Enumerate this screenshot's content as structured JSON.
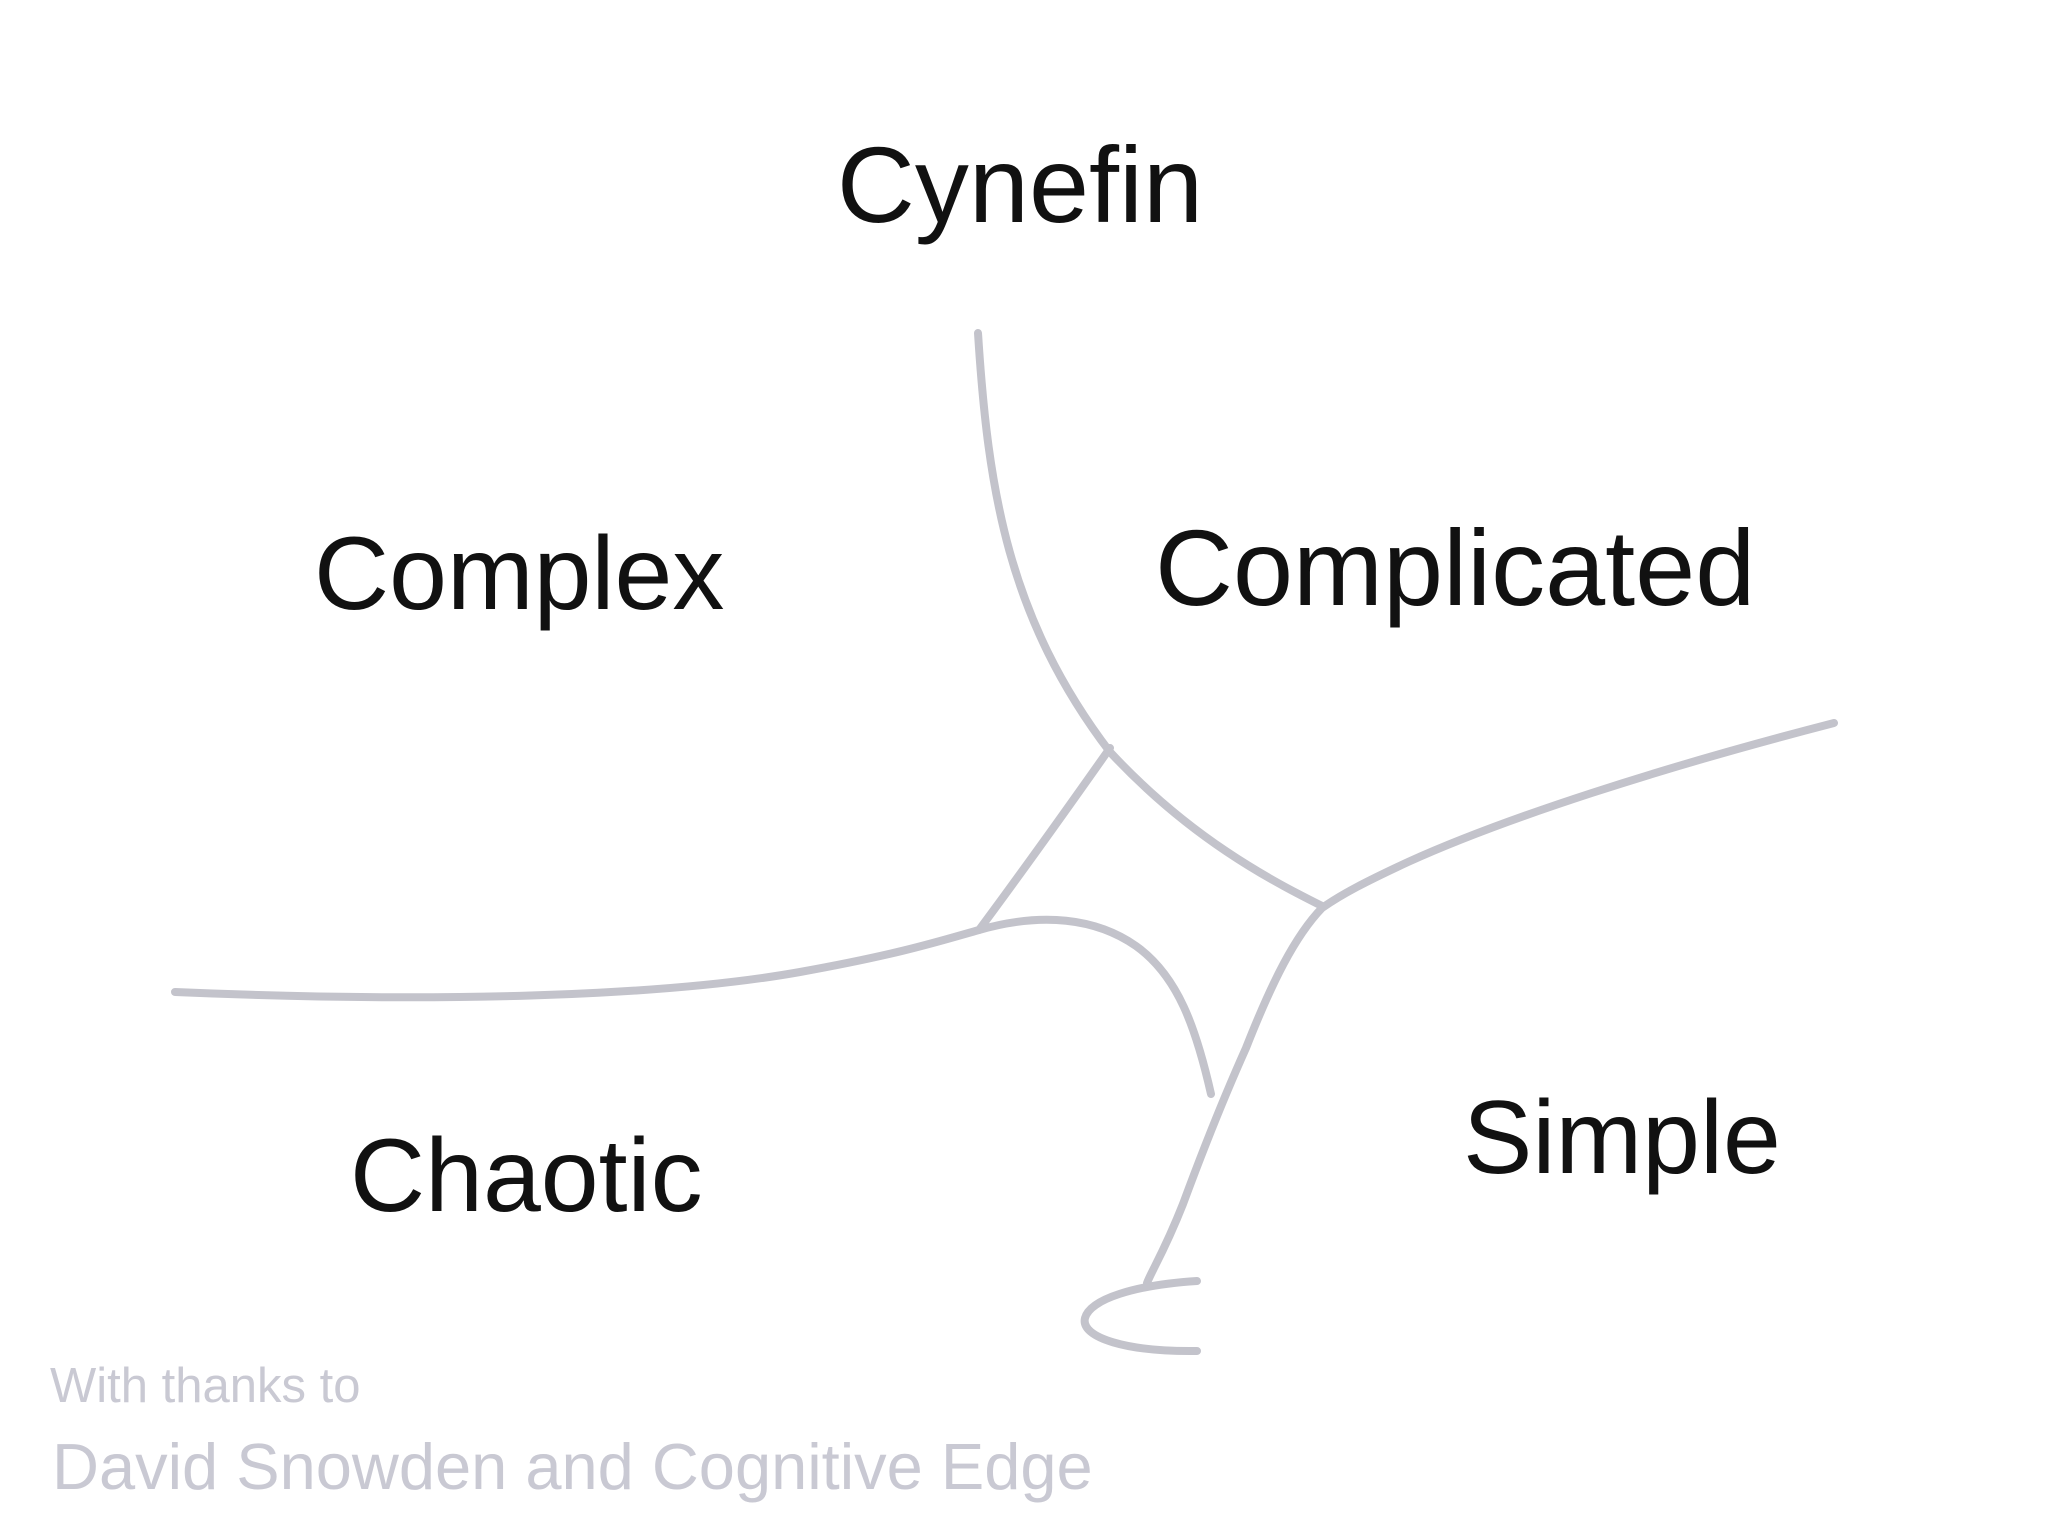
{
  "title": "Cynefin",
  "quadrants": [
    {
      "id": "complex",
      "label": "Complex"
    },
    {
      "id": "complicated",
      "label": "Complicated"
    },
    {
      "id": "chaotic",
      "label": "Chaotic"
    },
    {
      "id": "simple",
      "label": "Simple"
    }
  ],
  "attribution": {
    "line1": "With thanks to",
    "line2": "David Snowden and Cognitive Edge"
  },
  "colors": {
    "bg": "#ffffff",
    "ink": "#111111",
    "curve": "#c3c3cb",
    "muted": "#c9c9d3"
  }
}
